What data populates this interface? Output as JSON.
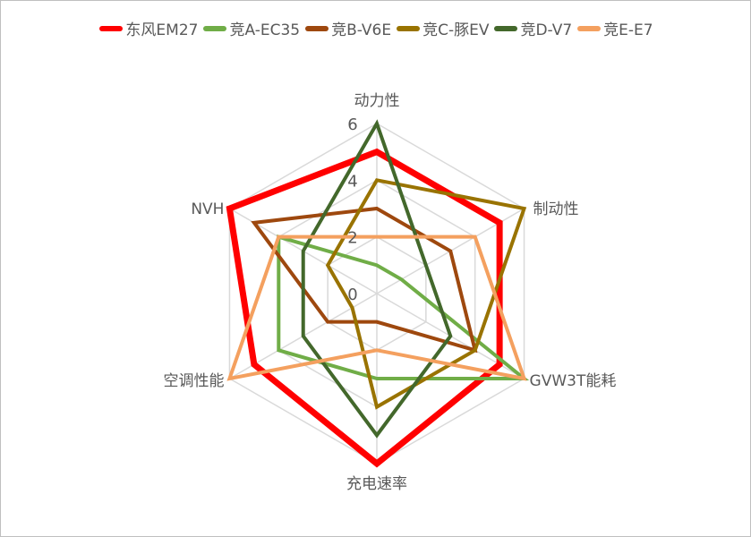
{
  "chart_data": {
    "type": "radar",
    "axes": [
      "动力性",
      "制动性",
      "GVW3T能耗",
      "充电速率",
      "空调性能",
      "NVH"
    ],
    "ticks": [
      "0",
      "2",
      "4",
      "6"
    ],
    "range": [
      0,
      6
    ],
    "legend_position": "top",
    "series": [
      {
        "name": "东风EM27",
        "color": "#FF0000",
        "values": [
          5,
          5,
          5,
          6,
          5,
          6
        ]
      },
      {
        "name": "竞A-EC35",
        "color": "#70AD47",
        "values": [
          1,
          1,
          6,
          3,
          4,
          4
        ]
      },
      {
        "name": "竞B-V6E",
        "color": "#9E480E",
        "values": [
          3,
          3,
          4,
          1,
          2,
          5
        ]
      },
      {
        "name": "竞C-豚EV",
        "color": "#997300",
        "values": [
          4,
          6,
          4,
          4,
          1,
          2
        ]
      },
      {
        "name": "竞D-V7",
        "color": "#43682B",
        "values": [
          6,
          2,
          3,
          5,
          3,
          3
        ]
      },
      {
        "name": "竞E-E7",
        "color": "#F4A05F",
        "values": [
          2,
          4,
          6,
          2,
          6,
          4
        ]
      }
    ]
  }
}
